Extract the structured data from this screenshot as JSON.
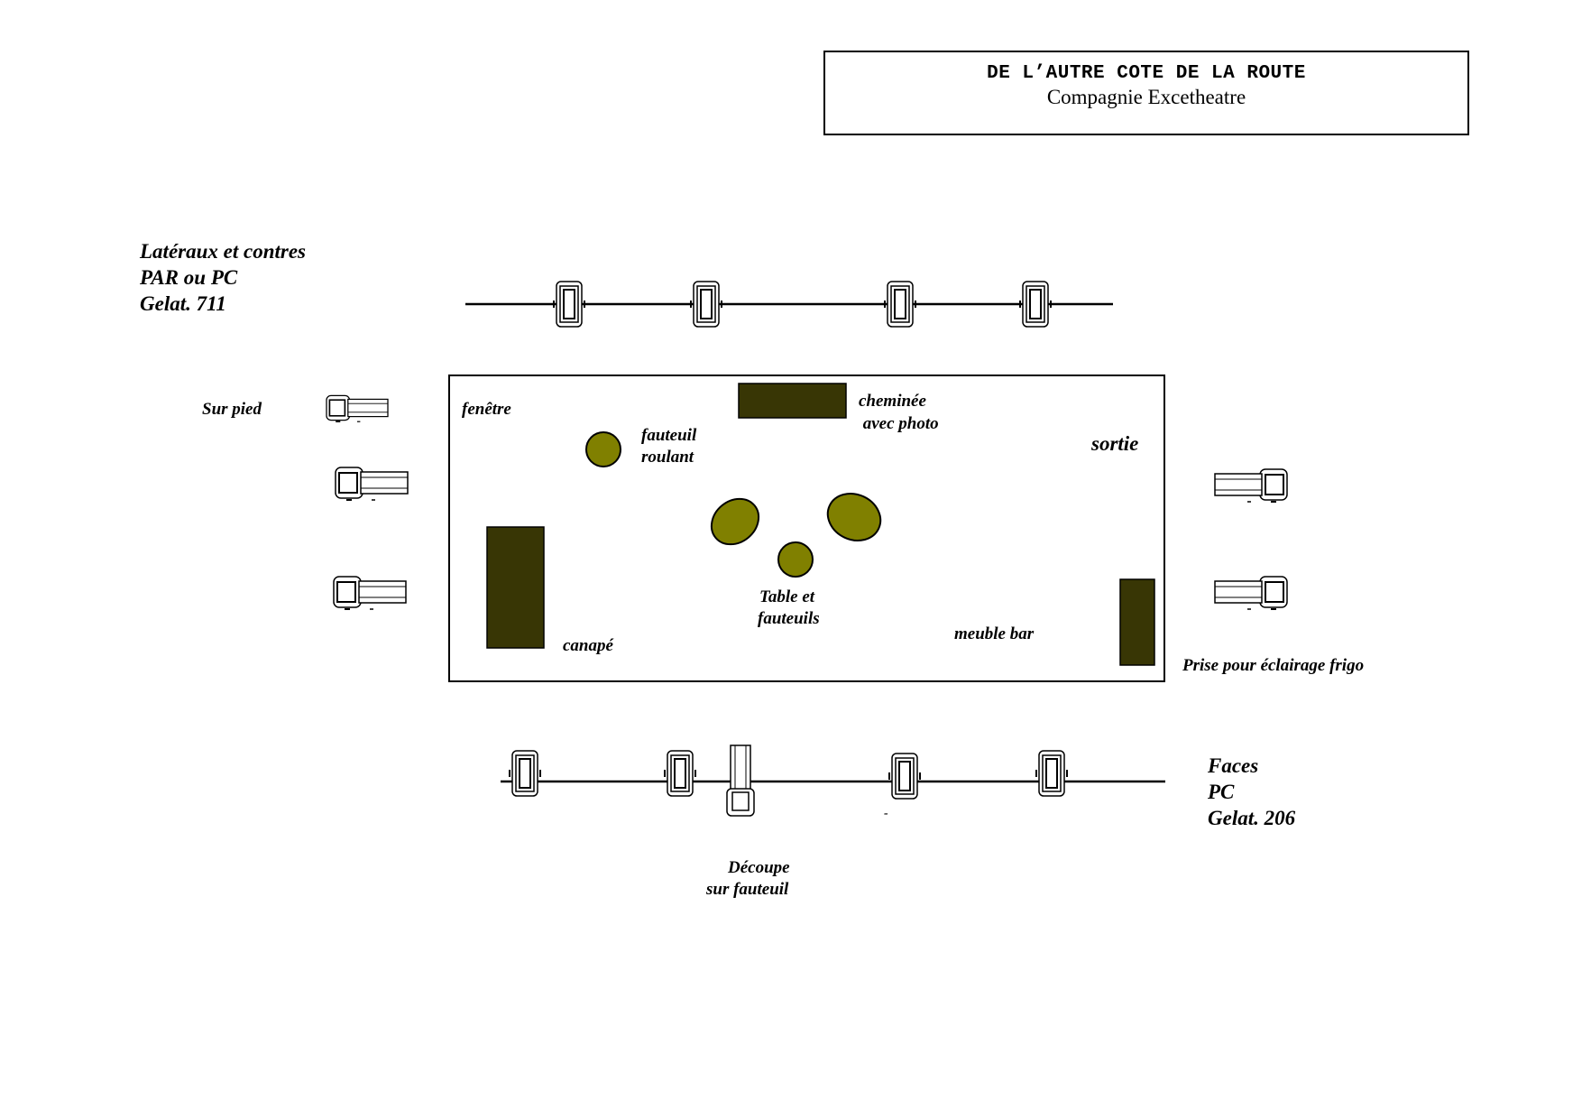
{
  "title": {
    "main": "DE L’AUTRE COTE DE LA ROUTE",
    "company": "Compagnie Excetheatre"
  },
  "lateral_label": [
    "Latéraux et contres",
    "PAR ou PC",
    "Gelat.  711"
  ],
  "faces_label": [
    "Faces",
    "PC",
    "Gelat. 206"
  ],
  "labels": {
    "sur_pied": "Sur pied",
    "fenetre": "fenêtre",
    "cheminee": [
      "cheminée",
      " avec photo"
    ],
    "sortie": "sortie",
    "fauteuil_roulant": [
      "fauteuil",
      "roulant"
    ],
    "table_fauteuils": [
      "Table et",
      "fauteuils"
    ],
    "canape": "canapé",
    "meuble_bar": "meuble bar",
    "prise": "Prise pour éclairage frigo",
    "decoupe": [
      "Découpe",
      "sur fauteuil"
    ],
    "dash": "-"
  },
  "colors": {
    "dark_furniture": "#383605",
    "olive": "#808000",
    "outline": "#000000"
  }
}
